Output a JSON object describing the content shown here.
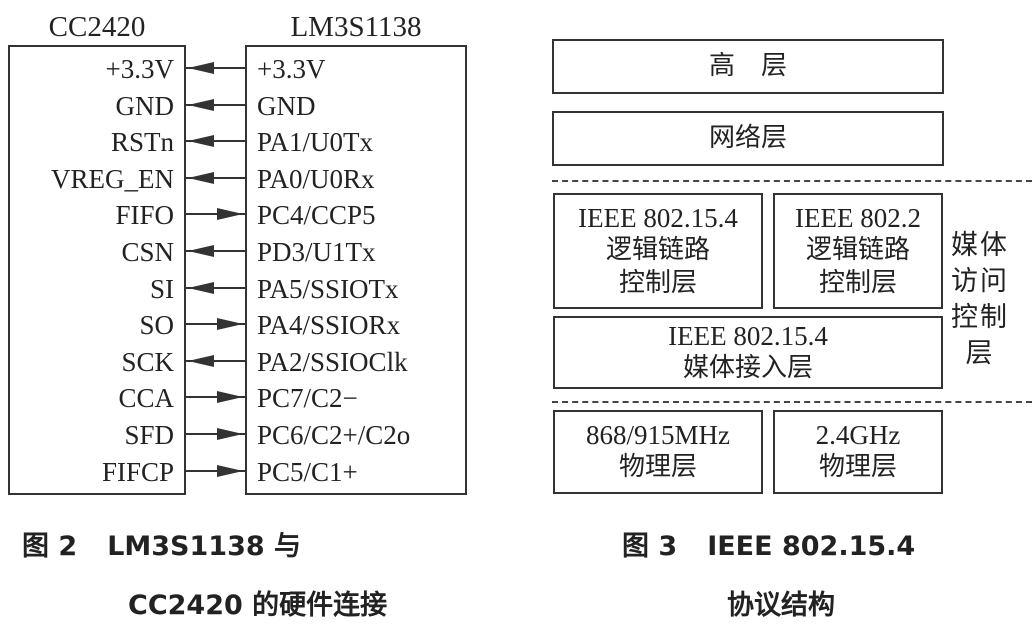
{
  "figure2": {
    "left_chip": {
      "name": "CC2420"
    },
    "right_chip": {
      "name": "LM3S1138"
    },
    "connections": [
      {
        "cc2420_pin": "+3.3V",
        "lm3s_pin": "+3.3V",
        "direction": "to_cc2420"
      },
      {
        "cc2420_pin": "GND",
        "lm3s_pin": "GND",
        "direction": "to_cc2420"
      },
      {
        "cc2420_pin": "RSTn",
        "lm3s_pin": "PA1/U0Tx",
        "direction": "to_cc2420"
      },
      {
        "cc2420_pin": "VREG_EN",
        "lm3s_pin": "PA0/U0Rx",
        "direction": "to_cc2420"
      },
      {
        "cc2420_pin": "FIFO",
        "lm3s_pin": "PC4/CCP5",
        "direction": "to_lm3s"
      },
      {
        "cc2420_pin": "CSN",
        "lm3s_pin": "PD3/U1Tx",
        "direction": "to_cc2420"
      },
      {
        "cc2420_pin": "SI",
        "lm3s_pin": "PA5/SSIOTx",
        "direction": "to_cc2420"
      },
      {
        "cc2420_pin": "SO",
        "lm3s_pin": "PA4/SSIORx",
        "direction": "to_lm3s"
      },
      {
        "cc2420_pin": "SCK",
        "lm3s_pin": "PA2/SSIOClk",
        "direction": "to_cc2420"
      },
      {
        "cc2420_pin": "CCA",
        "lm3s_pin": "PC7/C2−",
        "direction": "to_lm3s"
      },
      {
        "cc2420_pin": "SFD",
        "lm3s_pin": "PC6/C2+/C2o",
        "direction": "to_lm3s"
      },
      {
        "cc2420_pin": "FIFCP",
        "lm3s_pin": "PC5/C1+",
        "direction": "to_lm3s"
      }
    ],
    "caption": {
      "label": "图 2",
      "line1": "LM3S1138 与",
      "line2": "CC2420 的硬件连接"
    }
  },
  "figure3": {
    "layers": {
      "upper": "高　层",
      "network": "网络层",
      "llc_802154": {
        "line1": "IEEE 802.15.4",
        "line2": "逻辑链路",
        "line3": "控制层"
      },
      "llc_8022": {
        "line1": "IEEE 802.2",
        "line2": "逻辑链路",
        "line3": "控制层"
      },
      "mac": {
        "line1": "IEEE 802.15.4",
        "line2": "媒体接入层"
      },
      "phy_868": {
        "line1": "868/915MHz",
        "line2": "物理层"
      },
      "phy_24": {
        "line1": "2.4GHz",
        "line2": "物理层"
      }
    },
    "side_label": "媒体访问控制层",
    "side_label_lines": [
      "媒体",
      "访问",
      "控制",
      "层"
    ],
    "caption": {
      "label": "图 3",
      "line1": "IEEE 802.15.4",
      "line2": "协议结构"
    }
  }
}
